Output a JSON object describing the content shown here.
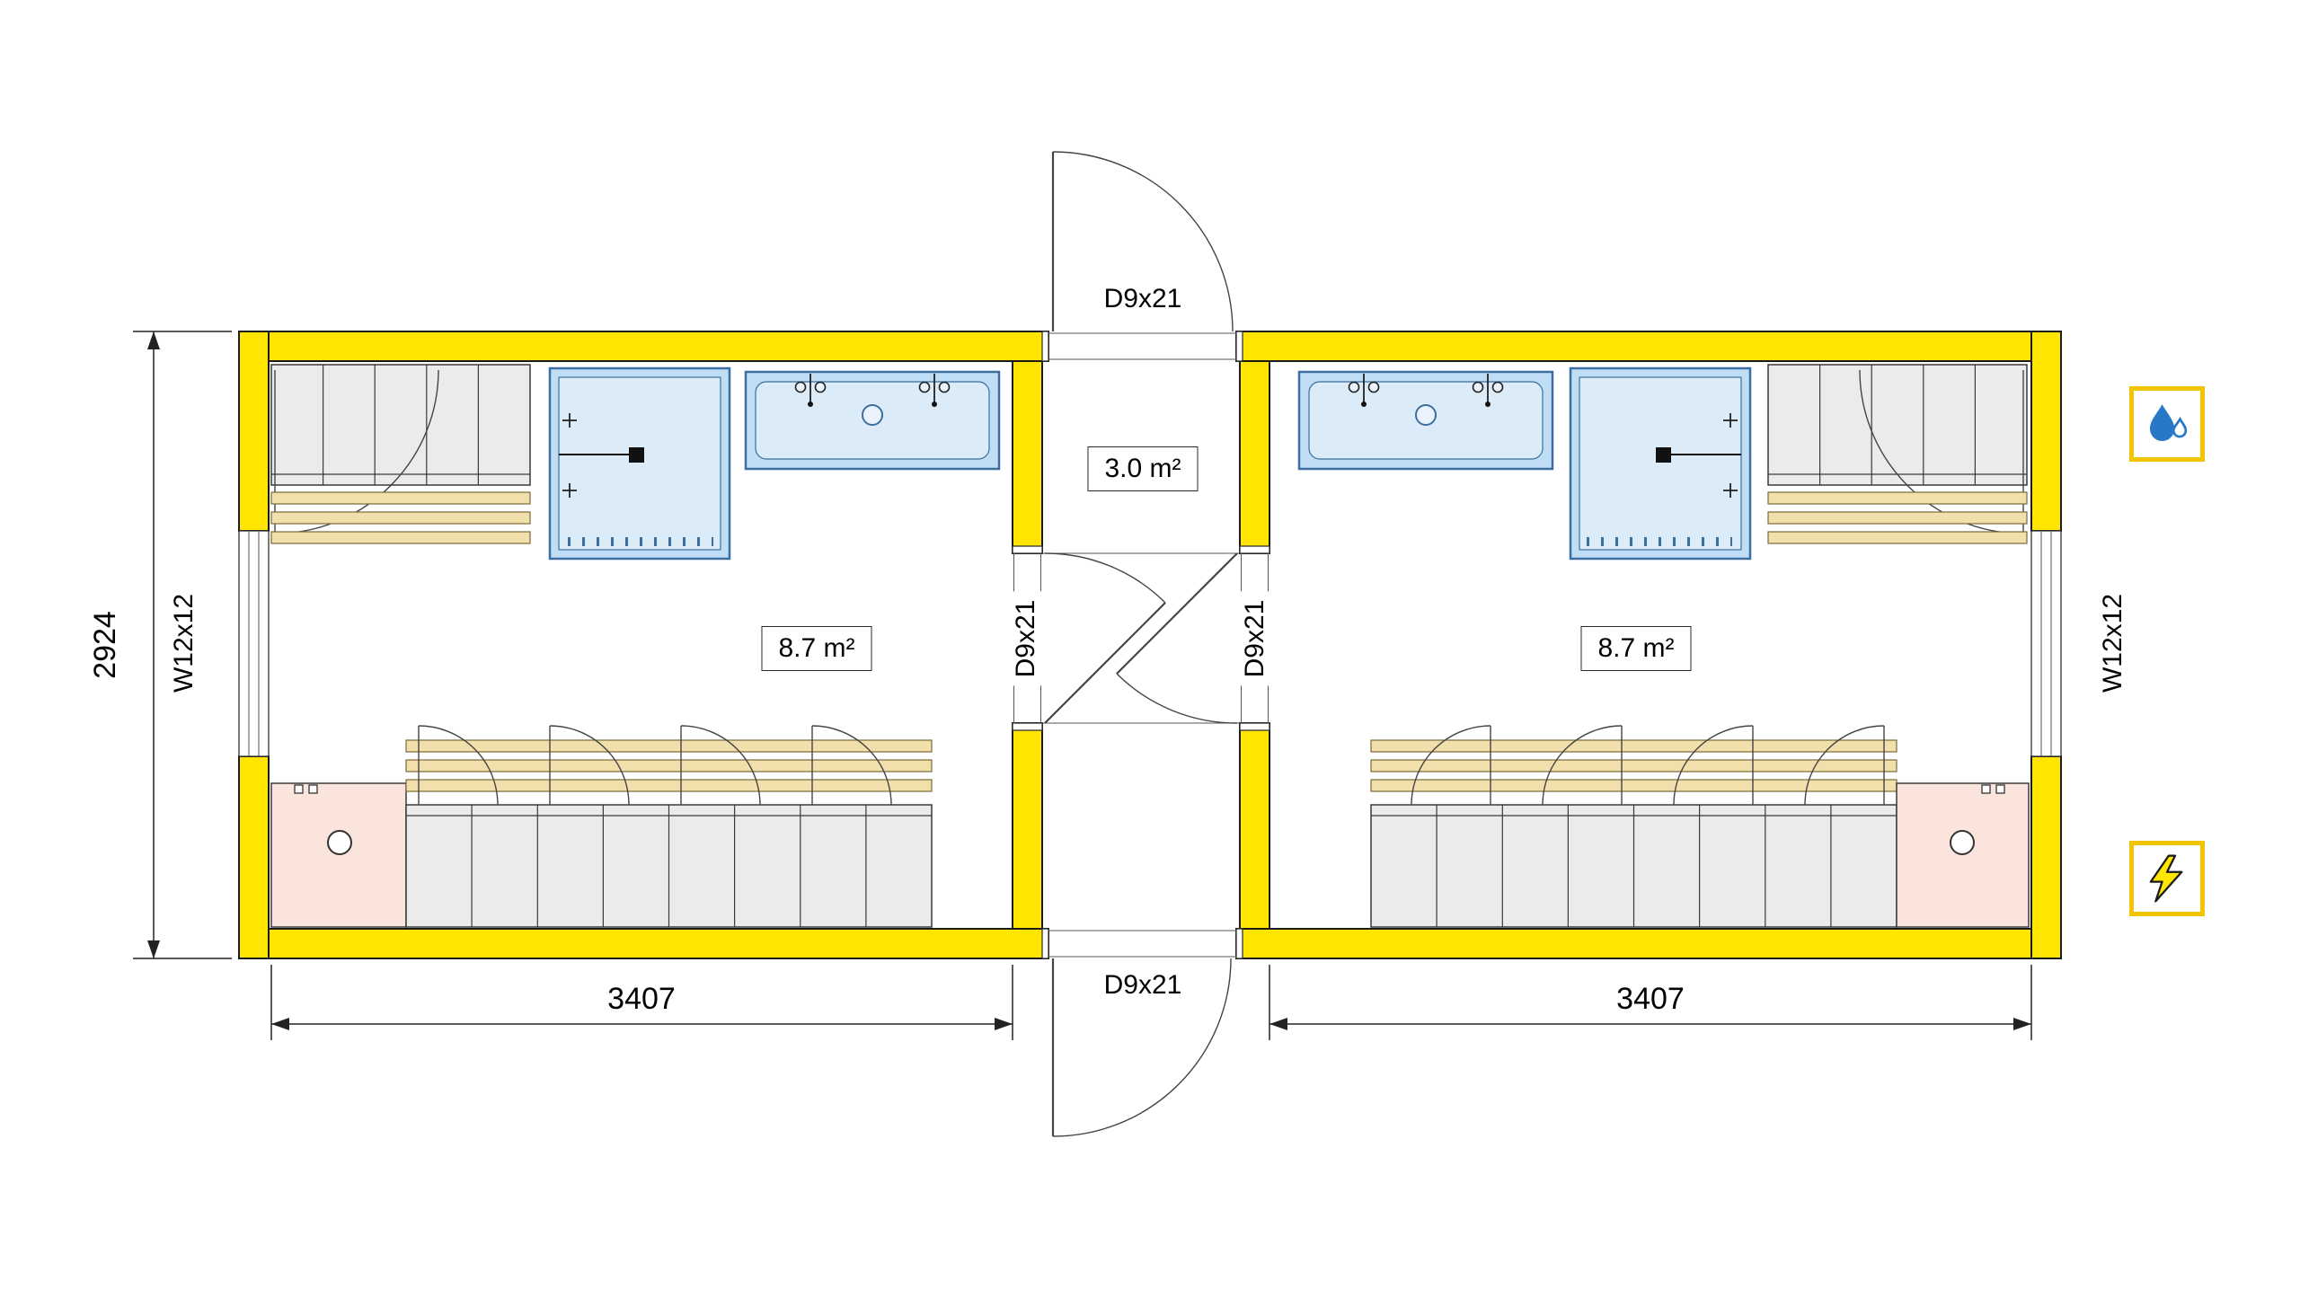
{
  "colors": {
    "wall": "#FFE500",
    "fixtureBlue": "#BFDDF4",
    "fixtureBlueLight": "#DCEBF8",
    "fixtureBlueBorder": "#3C6E9F",
    "lockerGrey": "#EBEBEB",
    "benchWood": "#F2E0AC",
    "boilerPink": "#FBE4DB",
    "iconYellow": "#F0C400",
    "boltYellow": "#FFE500",
    "waterBlue": "#2878C8"
  },
  "plan": {
    "rooms": {
      "left": {
        "area_label": "8.7 m²"
      },
      "vestibule": {
        "area_label": "3.0 m²"
      },
      "right": {
        "area_label": "8.7 m²"
      }
    },
    "doors": {
      "top": "D9x21",
      "bottom": "D9x21",
      "interior_left": "D9x21",
      "interior_right": "D9x21"
    },
    "windows": {
      "left": "W12x12",
      "right": "W12x12"
    },
    "dimensions": {
      "overall_depth": "2924",
      "left_room_width": "3407",
      "right_room_width": "3407"
    },
    "legend_icons": [
      {
        "name": "water-supply"
      },
      {
        "name": "electricity"
      }
    ]
  }
}
